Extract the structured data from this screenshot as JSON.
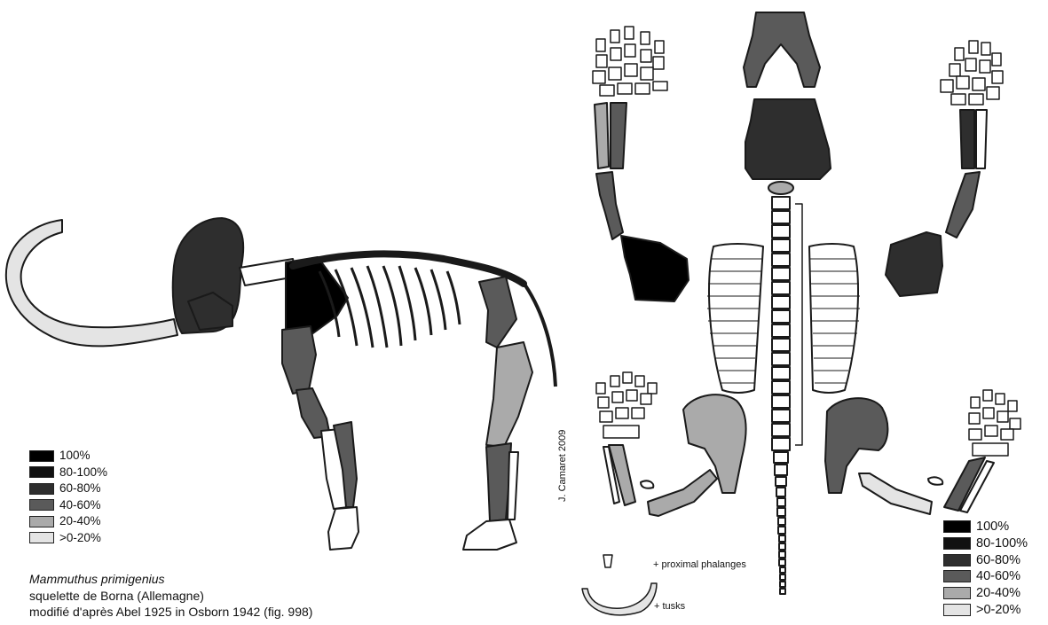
{
  "legend_left": {
    "items": [
      {
        "label": "100%",
        "color": "#000000"
      },
      {
        "label": "80-100%",
        "color": "#111111"
      },
      {
        "label": "60-80%",
        "color": "#2e2e2e"
      },
      {
        "label": "40-60%",
        "color": "#5a5a5a"
      },
      {
        "label": "20-40%",
        "color": "#aaaaaa"
      },
      {
        "label": ">0-20%",
        "color": "#e4e4e4"
      }
    ]
  },
  "legend_right": {
    "items": [
      {
        "label": "100%",
        "color": "#000000"
      },
      {
        "label": "80-100%",
        "color": "#111111"
      },
      {
        "label": "60-80%",
        "color": "#2e2e2e"
      },
      {
        "label": "40-60%",
        "color": "#5a5a5a"
      },
      {
        "label": "20-40%",
        "color": "#aaaaaa"
      },
      {
        "label": ">0-20%",
        "color": "#e4e4e4"
      }
    ]
  },
  "caption": {
    "species": "Mammuthus primigenius",
    "line2": "squelette de Borna (Allemagne)",
    "line3": "modifié d'après Abel 1925 in Osborn 1942 (fig. 998)"
  },
  "signature": "J. Camaret 2009",
  "notes": {
    "phalanges": "+ proximal phalanges",
    "tusks": "+ tusks"
  },
  "colors": {
    "outline": "#1a1a1a",
    "bone_white": "#ffffff",
    "pct_100": "#000000",
    "pct_80_100": "#111111",
    "pct_60_80": "#2e2e2e",
    "pct_40_60": "#5a5a5a",
    "pct_20_40": "#aaaaaa",
    "pct_0_20": "#e4e4e4"
  }
}
